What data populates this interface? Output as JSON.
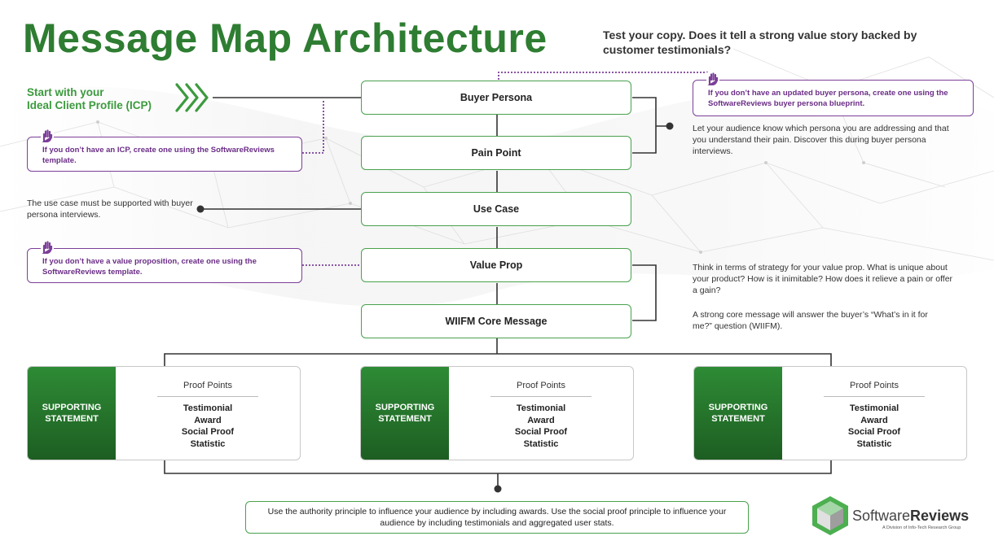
{
  "title": "Message Map Architecture",
  "tagline": "Test your copy. Does it tell a strong value story backed by customer testimonials?",
  "icp_start": {
    "line1": "Start with your",
    "line2": "Ideal Client Profile (ICP)"
  },
  "nodes": [
    {
      "label": "Buyer Persona"
    },
    {
      "label": "Pain Point"
    },
    {
      "label": "Use Case"
    },
    {
      "label": "Value Prop"
    },
    {
      "label": "WIIFM Core Message"
    }
  ],
  "hints": {
    "persona": "If you don’t have an updated buyer persona, create one using the SoftwareReviews buyer persona blueprint.",
    "icp": "If you don’t have an ICP, create one using the SoftwareReviews template.",
    "value_prop": "If you don’t have a value proposition, create one using the SoftwareReviews template."
  },
  "notes": {
    "persona_pain": "Let your audience know which persona you are addressing and that you understand their pain. Discover this during buyer persona interviews.",
    "use_case": "The use case must be supported with buyer persona interviews.",
    "value_prop": "Think in terms of strategy for your value prop. What is unique about your product? How is it inimitable? How does it relieve a pain or offer a gain?",
    "wiifm": "A strong core message will answer the buyer’s “What’s in it for me?” question (WIIFM)."
  },
  "supporting": [
    {
      "label": "SUPPORTING STATEMENT",
      "proof_header": "Proof Points",
      "items": [
        "Testimonial",
        "Award",
        "Social Proof",
        "Statistic"
      ]
    },
    {
      "label": "SUPPORTING STATEMENT",
      "proof_header": "Proof Points",
      "items": [
        "Testimonial",
        "Award",
        "Social Proof",
        "Statistic"
      ]
    },
    {
      "label": "SUPPORTING STATEMENT",
      "proof_header": "Proof Points",
      "items": [
        "Testimonial",
        "Award",
        "Social Proof",
        "Statistic"
      ]
    }
  ],
  "bottom_note": "Use the authority principle to influence your audience by including awards. Use the social proof principle to influence your audience by including testimonials and aggregated user stats.",
  "logo": {
    "name_light": "Software",
    "name_bold": "Reviews",
    "subline": "A Division of Info-Tech Research Group"
  },
  "colors": {
    "brand_green": "#2e7d32",
    "node_border": "#4aa14d",
    "hint_purple": "#7b3f98",
    "connector": "#333333"
  },
  "icons": [
    "chevron-right-double-icon",
    "raised-hand-icon",
    "connector-dot-icon",
    "cube-logo-icon"
  ]
}
